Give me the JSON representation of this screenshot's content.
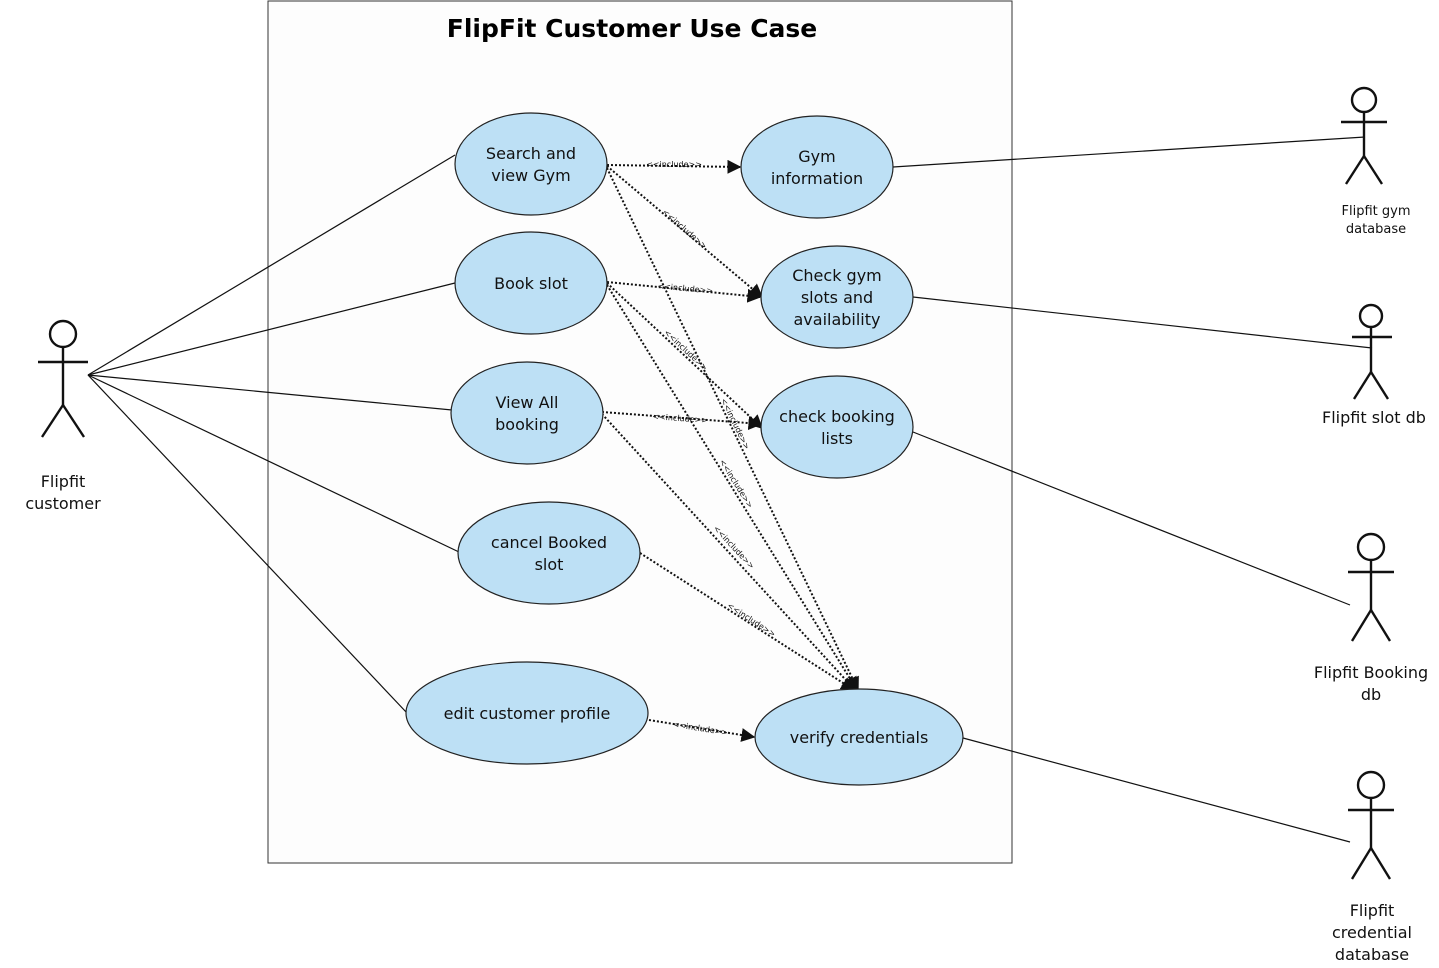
{
  "title": "FlipFit Customer  Use Case",
  "colors": {
    "usecase_fill": "#bde0f5",
    "line": "#111111",
    "background": "#ffffff"
  },
  "include_label": "<<include>>",
  "actors": {
    "customer": [
      "Flipfit",
      "customer"
    ],
    "gym_db": [
      "Flipfit gym",
      "database"
    ],
    "slot_db": [
      "Flipfit slot db"
    ],
    "booking_db": [
      "Flipfit Booking",
      "db"
    ],
    "credential_db": [
      "Flipfit",
      "credential",
      "database"
    ]
  },
  "use_cases": {
    "search_gym": [
      "Search and",
      "view  Gym"
    ],
    "book_slot": [
      "Book slot"
    ],
    "view_bookings": [
      "View All",
      "booking"
    ],
    "cancel_slot": [
      "cancel Booked",
      "slot"
    ],
    "edit_profile": [
      "edit customer profile"
    ],
    "gym_info": [
      "Gym",
      "information"
    ],
    "check_slots": [
      "Check gym",
      "slots and",
      "availability"
    ],
    "check_booking_lists": [
      "check booking",
      "lists"
    ],
    "verify_credentials": [
      "verify credentials"
    ]
  }
}
